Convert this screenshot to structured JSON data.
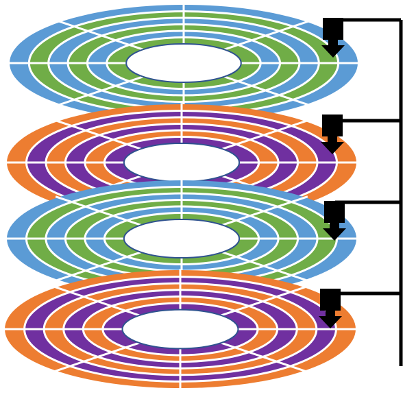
{
  "diagram": {
    "platter_count": 4,
    "tracks_per_platter": 6,
    "sectors_per_platter": 8,
    "platters": [
      {
        "colors": [
          "#5B9BD5",
          "#70AD47",
          "#5B9BD5",
          "#70AD47",
          "#5B9BD5",
          "#70AD47"
        ]
      },
      {
        "colors": [
          "#ED7D31",
          "#7030A0",
          "#ED7D31",
          "#7030A0",
          "#ED7D31",
          "#7030A0"
        ]
      },
      {
        "colors": [
          "#5B9BD5",
          "#70AD47",
          "#5B9BD5",
          "#70AD47",
          "#5B9BD5",
          "#70AD47"
        ]
      },
      {
        "colors": [
          "#ED7D31",
          "#7030A0",
          "#ED7D31",
          "#7030A0",
          "#ED7D31",
          "#7030A0"
        ]
      }
    ],
    "separator_color": "#FFFFFF",
    "hole_stroke_color": "#2F528F",
    "actuator_color": "#000000"
  }
}
